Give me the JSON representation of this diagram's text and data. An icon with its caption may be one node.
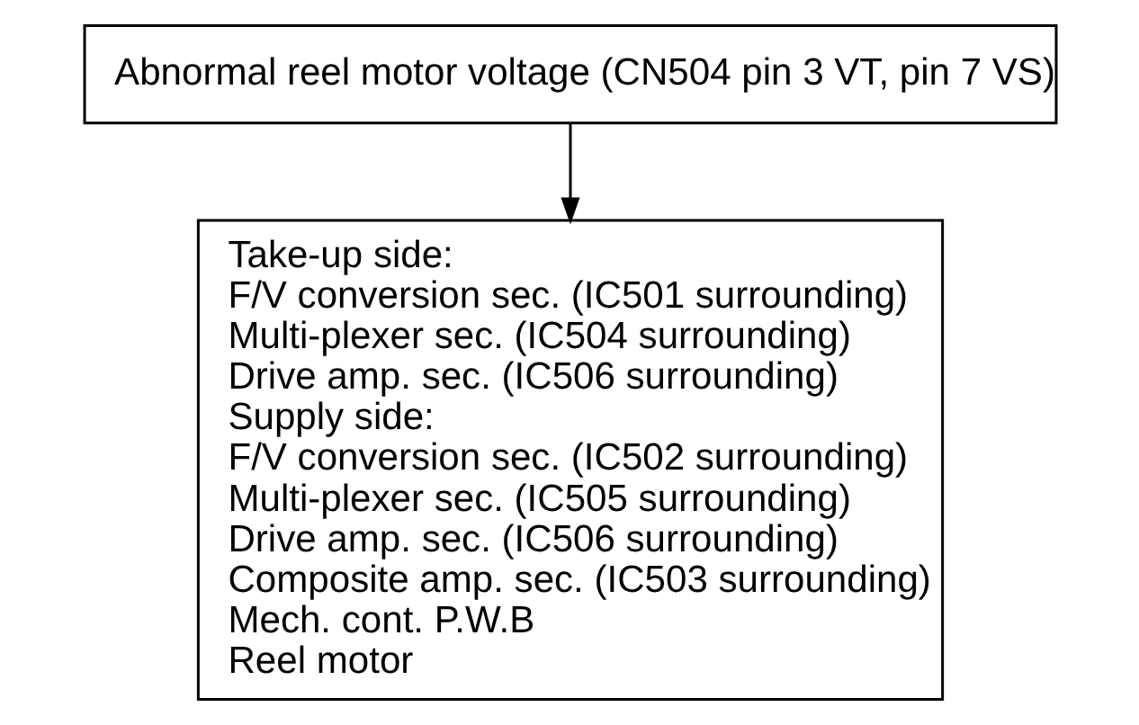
{
  "diagram": {
    "nodes": [
      {
        "text": [
          "Abnormal reel motor voltage (CN504 pin 3 VT, pin 7 VS)"
        ]
      },
      {
        "text": [
          "Take-up side:",
          "F/V conversion sec. (IC501 surrounding)",
          "Multi-plexer sec. (IC504 surrounding)",
          "Drive amp. sec. (IC506 surrounding)",
          "Supply side:",
          "F/V conversion sec. (IC502 surrounding)",
          "Multi-plexer sec. (IC505 surrounding)",
          "Drive amp. sec. (IC506 surrounding)",
          "Composite amp. sec. (IC503 surrounding)",
          "Mech. cont. P.W.B",
          "Reel motor"
        ]
      }
    ],
    "edges": [
      {
        "from": 0,
        "to": 1,
        "arrow": "to"
      }
    ]
  }
}
